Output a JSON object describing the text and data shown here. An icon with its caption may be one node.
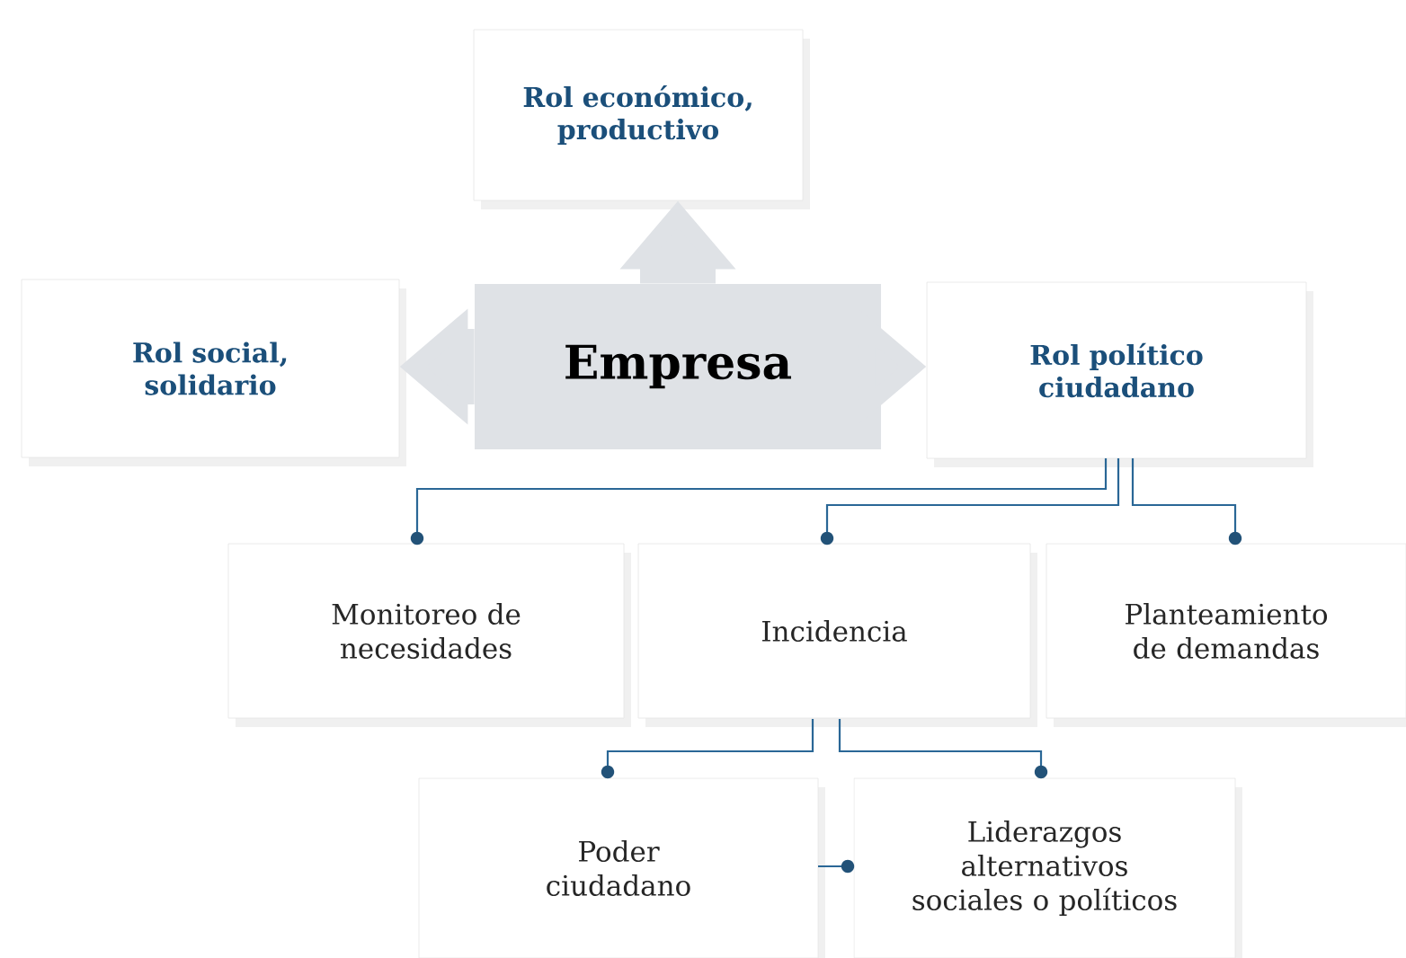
{
  "diagram": {
    "nodes": [
      {
        "text": [
          "Rol económico, productivo"
        ]
      },
      {
        "text": [
          "Rol social, solidario"
        ]
      },
      {
        "text": [
          "Empresa"
        ]
      },
      {
        "text": [
          "Rol político ciudadano"
        ]
      },
      {
        "text": [
          "Monitoreo de necesidades"
        ]
      },
      {
        "text": [
          "Incidencia"
        ]
      },
      {
        "text": [
          "Planteamiento de demandas"
        ]
      },
      {
        "text": [
          "Poder ciudadano"
        ]
      },
      {
        "text": [
          "Liderazgos alternativos sociales o políticos"
        ]
      }
    ],
    "edges": [
      {
        "from": 2,
        "to": 0,
        "arrow": "to",
        "style": "thick",
        "color": "#dfe2e6"
      },
      {
        "from": 2,
        "to": 1,
        "arrow": "to",
        "style": "thick",
        "color": "#dfe2e6"
      },
      {
        "from": 2,
        "to": 3,
        "arrow": "to",
        "style": "thick",
        "color": "#dfe2e6"
      },
      {
        "from": 3,
        "to": 4,
        "arrow": "other"
      },
      {
        "from": 3,
        "to": 5,
        "arrow": "other"
      },
      {
        "from": 3,
        "to": 6,
        "arrow": "other"
      },
      {
        "from": 5,
        "to": 7,
        "arrow": "other"
      },
      {
        "from": 5,
        "to": 8,
        "arrow": "other"
      },
      {
        "from": 7,
        "to": 8,
        "arrow": "other"
      }
    ]
  }
}
